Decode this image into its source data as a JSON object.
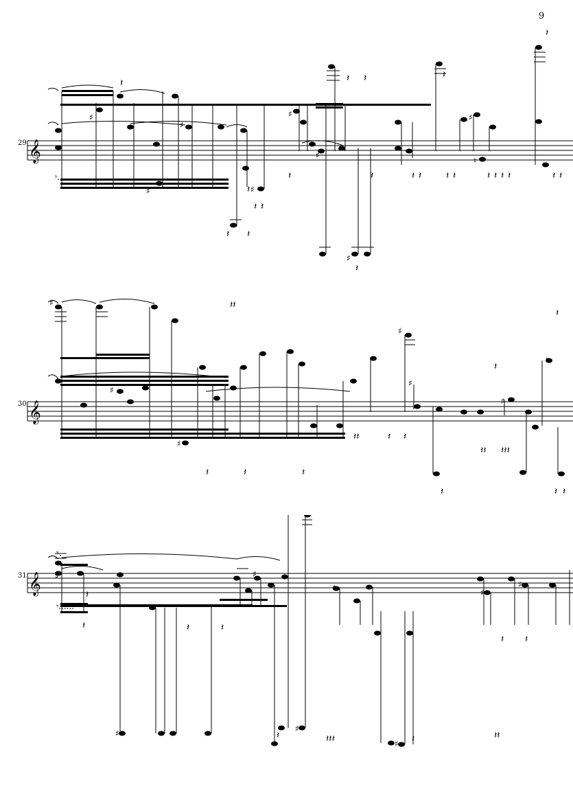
{
  "page_number": "9",
  "systems": [
    {
      "measure_number": "29",
      "clef": "treble-clef"
    },
    {
      "measure_number": "30",
      "clef": "treble-clef"
    },
    {
      "measure_number": "31",
      "clef": "treble-clef"
    }
  ]
}
